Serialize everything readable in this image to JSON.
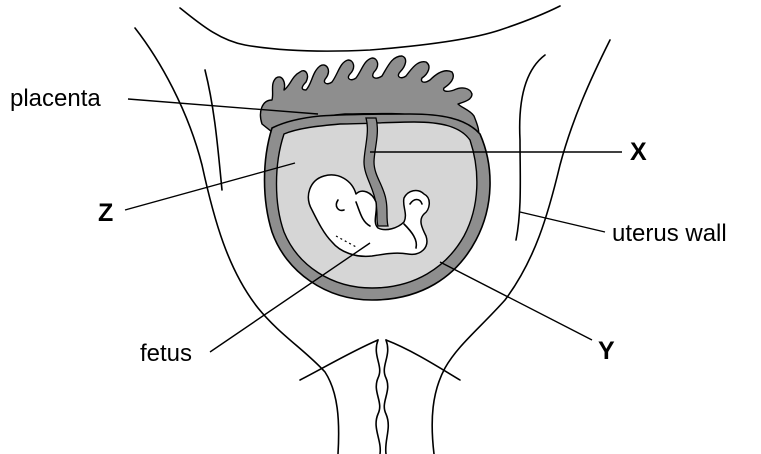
{
  "labels": {
    "placenta": "placenta",
    "x": "X",
    "z": "Z",
    "uterus_wall": "uterus wall",
    "fetus": "fetus",
    "y": "Y"
  },
  "colors": {
    "membrane": "#8e8e8e",
    "amniotic_fluid": "#d6d6d6",
    "outline": "#000000",
    "background": "#ffffff"
  }
}
